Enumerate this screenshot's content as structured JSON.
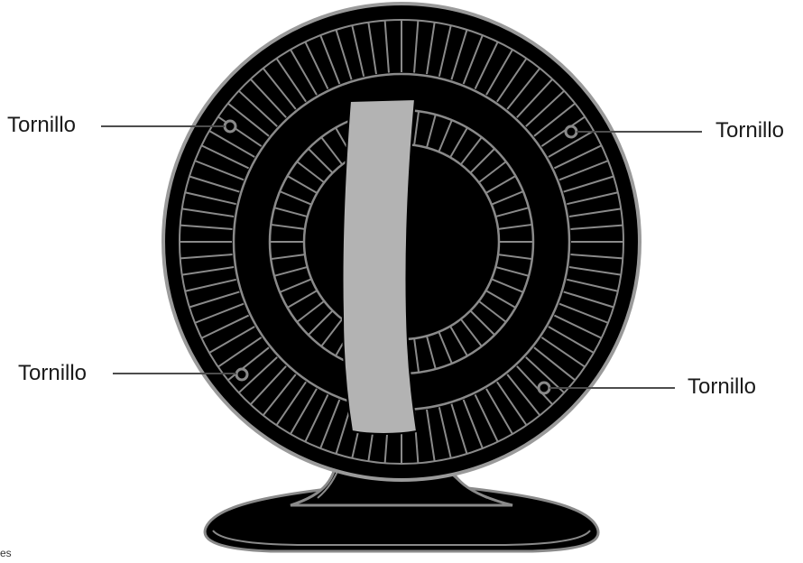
{
  "labels": {
    "screw_top_left": "Tornillo",
    "screw_top_right": "Tornillo",
    "screw_bottom_left": "Tornillo",
    "screw_bottom_right": "Tornillo"
  },
  "corner_text": "es",
  "colors": {
    "body": "#000000",
    "trim": "#8a8a8a",
    "stand": "#b3b3b3",
    "leader_line": "#4d4d4d"
  },
  "grille": {
    "outer_spoke_count": 84,
    "middle_spoke_count": 48
  }
}
